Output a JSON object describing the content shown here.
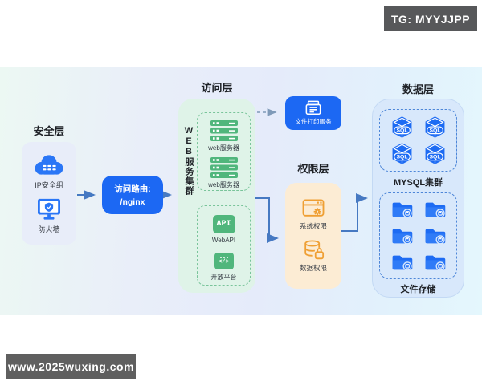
{
  "badges": {
    "tg": "TG: MYYJJPP",
    "watermark": "www.2025wuxing.com"
  },
  "colors": {
    "accent_blue": "#1c68f3",
    "icon_green": "#50b67c",
    "icon_orange": "#ef9f33",
    "arrow_blue": "#4679c2",
    "panel_security": "#e8edf9",
    "panel_access": "#dff3e8",
    "panel_permission": "#fcecd4",
    "panel_data": "#d8e8fb"
  },
  "layers": {
    "security": {
      "title": "安全层",
      "items": [
        {
          "icon": "cloud-icon",
          "label": "IP安全组"
        },
        {
          "icon": "firewall-icon",
          "label": "防火墙"
        }
      ]
    },
    "router": {
      "line1": "访问路由:",
      "line2": "/nginx"
    },
    "access": {
      "title": "访问层",
      "cluster_label": "WEB服务集群",
      "web_servers": [
        {
          "label": "web服务器"
        },
        {
          "label": "web服务器"
        }
      ],
      "api_icon_text": "API",
      "api_label": "WebAPI",
      "platform_icon_text": "</>",
      "platform_label": "开放平台"
    },
    "print": {
      "label": "文件打印服务"
    },
    "permission": {
      "title": "权限层",
      "items": [
        {
          "icon": "system-permission-icon",
          "label": "系统权限"
        },
        {
          "icon": "data-permission-icon",
          "label": "数据权限"
        }
      ]
    },
    "data": {
      "title": "数据层",
      "sql_text": "SQL",
      "mysql_label": "MYSQL集群",
      "storage_label": "文件存储"
    }
  }
}
